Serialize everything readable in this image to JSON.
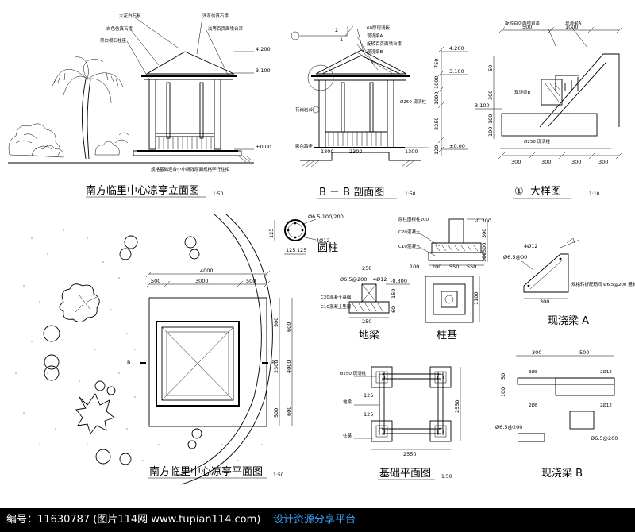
{
  "elevation": {
    "title": "南方临里中心凉亭立面图",
    "scale": "1:50",
    "callouts": [
      "大花白石板",
      "白色仿真石漆",
      "黑白根石柱座",
      "浅灰仿真石漆",
      "淡等百页面喷台漆"
    ],
    "levels": [
      "4.200",
      "3.100",
      "±0.00"
    ],
    "ground_note": "规格基础连台小小新钱原面规格李行柱相"
  },
  "section": {
    "title": "B － B 剖面图",
    "scale": "1:50",
    "callouts": [
      "60厚现浇板",
      "现浇梁A",
      "旋转百页面喷台漆",
      "现浇梁B"
    ],
    "left_notes": [
      "花岗岩台",
      "影色踏步"
    ],
    "levels": [
      "4.200",
      "3.100",
      "±0.00"
    ],
    "vertical_dims": [
      "750",
      "1000",
      "1000",
      "2250",
      "120"
    ],
    "horizontal_dims": [
      "1300",
      "2300",
      "1300"
    ],
    "column_note": "Ø250 现浇柱"
  },
  "detail": {
    "marker": "①",
    "title": "大样图",
    "scale": "1:10",
    "callouts": [
      "旋转百页面喷台漆",
      "现浇梁A",
      "现浇梁B",
      "Ø250 现浇柱"
    ],
    "dims_top": [
      "500",
      "1000"
    ],
    "dims_bottom": [
      "300",
      "300",
      "300",
      "300"
    ],
    "left_dims": [
      "50",
      "300",
      "100",
      "100"
    ],
    "level": "3.100"
  },
  "column": {
    "title": "圆柱",
    "rebar": "Ø6.5-100/200",
    "main_bar": "4Ø12",
    "dims": [
      "125",
      "125",
      "125"
    ]
  },
  "pedestal": {
    "title": "柱基",
    "top_note": "原柱图根柱200",
    "layers": [
      "C20混凝土",
      "C10混凝土"
    ],
    "level": "-0.300",
    "dims_h": [
      "100",
      "200",
      "550",
      "550"
    ],
    "dims_v": [
      "300",
      "300",
      "100"
    ],
    "plan_dim": "1100"
  },
  "ground_beam": {
    "title": "地梁",
    "rebar_top": "4Ø12",
    "stirrup": "Ø6.5@200",
    "level": "-0.300",
    "layers": [
      "C20混凝土基础",
      "C10混凝土垫层"
    ],
    "dims": [
      "250",
      "250",
      "150",
      "60"
    ]
  },
  "beam_a": {
    "title": "现浇梁 A",
    "top_bar": "4Ø12",
    "stirrup": "Ø6.5@00",
    "dim": "300",
    "note": "规格转折配筋同 Ø6.5@200 通长"
  },
  "beam_b": {
    "title": "现浇梁 B",
    "dims_top": [
      "300",
      "500"
    ],
    "bars": [
      "3Ø8",
      "2Ø12",
      "2Ø8",
      "2Ø12"
    ],
    "stirrups": [
      "Ø6.5@200",
      "Ø6.5@200"
    ],
    "side_dims": [
      "100",
      "50"
    ]
  },
  "plan": {
    "title": "南方临里中心凉亭平面图",
    "scale": "1:50",
    "dims_top": [
      "4000",
      "500",
      "3000",
      "500"
    ],
    "dims_right": [
      "500",
      "500",
      "2300",
      "600",
      "4000",
      "600"
    ],
    "section_marks": [
      "B",
      "B"
    ]
  },
  "foundation": {
    "title": "基础平面图",
    "scale": "1:50",
    "column_note": "Ø250 现浇柱",
    "beam_note": "地梁",
    "base_note": "柱基",
    "dims_inner": [
      "125",
      "125"
    ],
    "dim_right": "2550",
    "dim_bottom": "2550"
  },
  "footer": {
    "id_label": "编号：11630787 (图片114网 www.tupian114.com)",
    "link_text": "设计资源分享平台",
    "link_color": "#3aa4ff"
  }
}
